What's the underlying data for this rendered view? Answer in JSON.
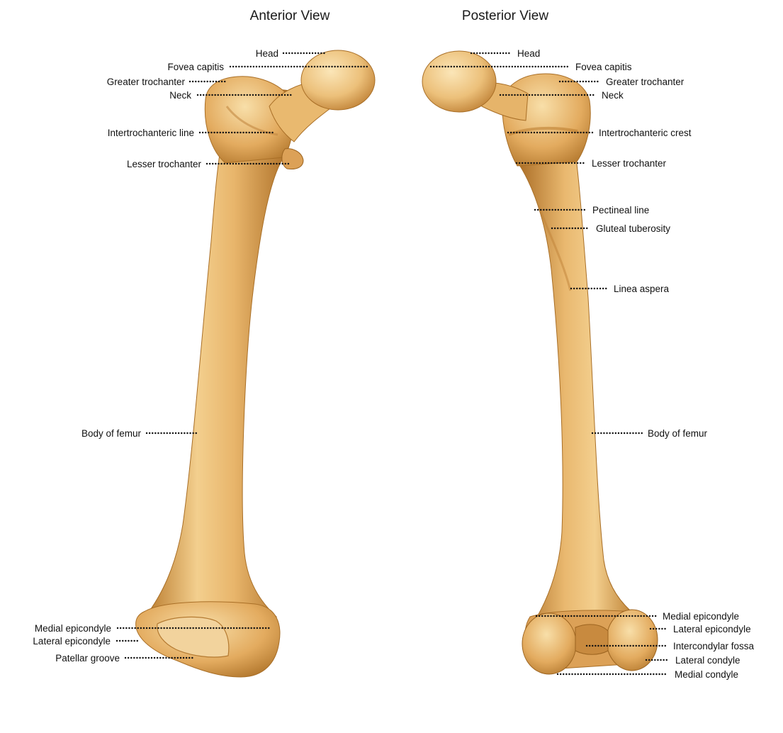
{
  "anterior": {
    "title": "Anterior View",
    "labels": {
      "head": "Head",
      "fovea_capitis": "Fovea capitis",
      "greater_trochanter": "Greater trochanter",
      "neck": "Neck",
      "intertrochanteric_line": "Intertrochanteric line",
      "lesser_trochanter": "Lesser trochanter",
      "body_of_femur": "Body of femur",
      "medial_epicondyle": "Medial epicondyle",
      "lateral_epicondyle": "Lateral epicondyle",
      "patellar_groove": "Patellar groove"
    }
  },
  "posterior": {
    "title": "Posterior View",
    "labels": {
      "head": "Head",
      "fovea_capitis": "Fovea capitis",
      "greater_trochanter": "Greater trochanter",
      "neck": "Neck",
      "intertrochanteric_crest": "Intertrochanteric crest",
      "lesser_trochanter": "Lesser trochanter",
      "pectineal_line": "Pectineal line",
      "gluteal_tuberosity": "Gluteal tuberosity",
      "linea_aspera": "Linea aspera",
      "body_of_femur": "Body of femur",
      "medial_epicondyle": "Medial epicondyle",
      "lateral_epicondyle": "Lateral epicondyle",
      "intercondylar_fossa": "Intercondylar fossa",
      "lateral_condyle": "Lateral condyle",
      "medial_condyle": "Medial condyle"
    }
  },
  "colors": {
    "bone_light": "#f6d9a3",
    "bone_mid": "#e7b064",
    "bone_dark": "#b97a2c"
  }
}
